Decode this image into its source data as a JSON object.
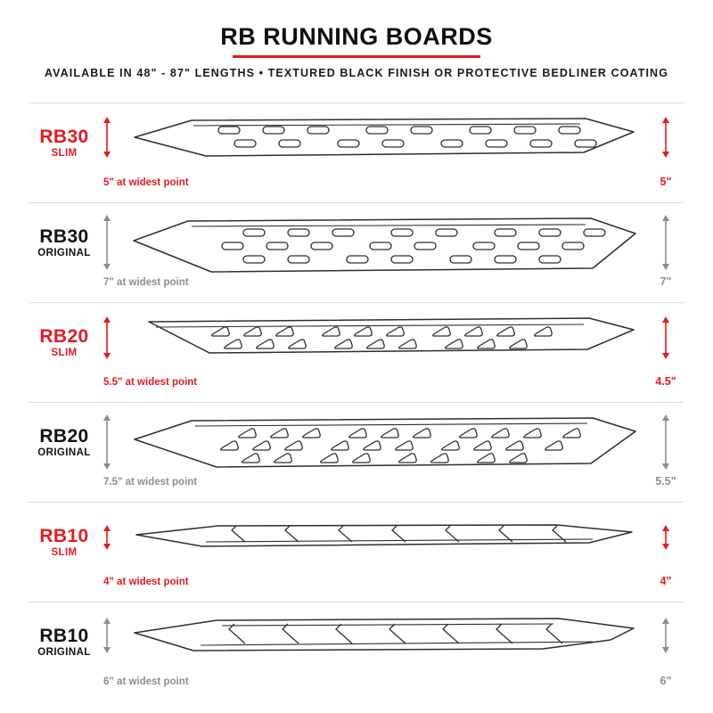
{
  "colors": {
    "accent": "#e11b22",
    "muted": "#8d8d8d"
  },
  "header": {
    "title": "RB RUNNING BOARDS",
    "subtitle": "AVAILABLE IN 48\" - 87\" LENGTHS  •  TEXTURED BLACK FINISH OR PROTECTIVE BEDLINER COATING"
  },
  "products": [
    {
      "model": "RB30",
      "variant": "SLIM",
      "style": "slim",
      "widest_label": "5\" at widest point",
      "height_label": "5\""
    },
    {
      "model": "RB30",
      "variant": "ORIGINAL",
      "style": "original",
      "widest_label": "7\" at widest point",
      "height_label": "7\""
    },
    {
      "model": "RB20",
      "variant": "SLIM",
      "style": "slim",
      "widest_label": "5.5\" at widest point",
      "height_label": "4.5\""
    },
    {
      "model": "RB20",
      "variant": "ORIGINAL",
      "style": "original",
      "widest_label": "7.5\" at widest point",
      "height_label": "5.5\""
    },
    {
      "model": "RB10",
      "variant": "SLIM",
      "style": "slim",
      "widest_label": "4\" at widest point",
      "height_label": "4\""
    },
    {
      "model": "RB10",
      "variant": "ORIGINAL",
      "style": "original",
      "widest_label": "6\" at widest point",
      "height_label": "6\""
    }
  ]
}
